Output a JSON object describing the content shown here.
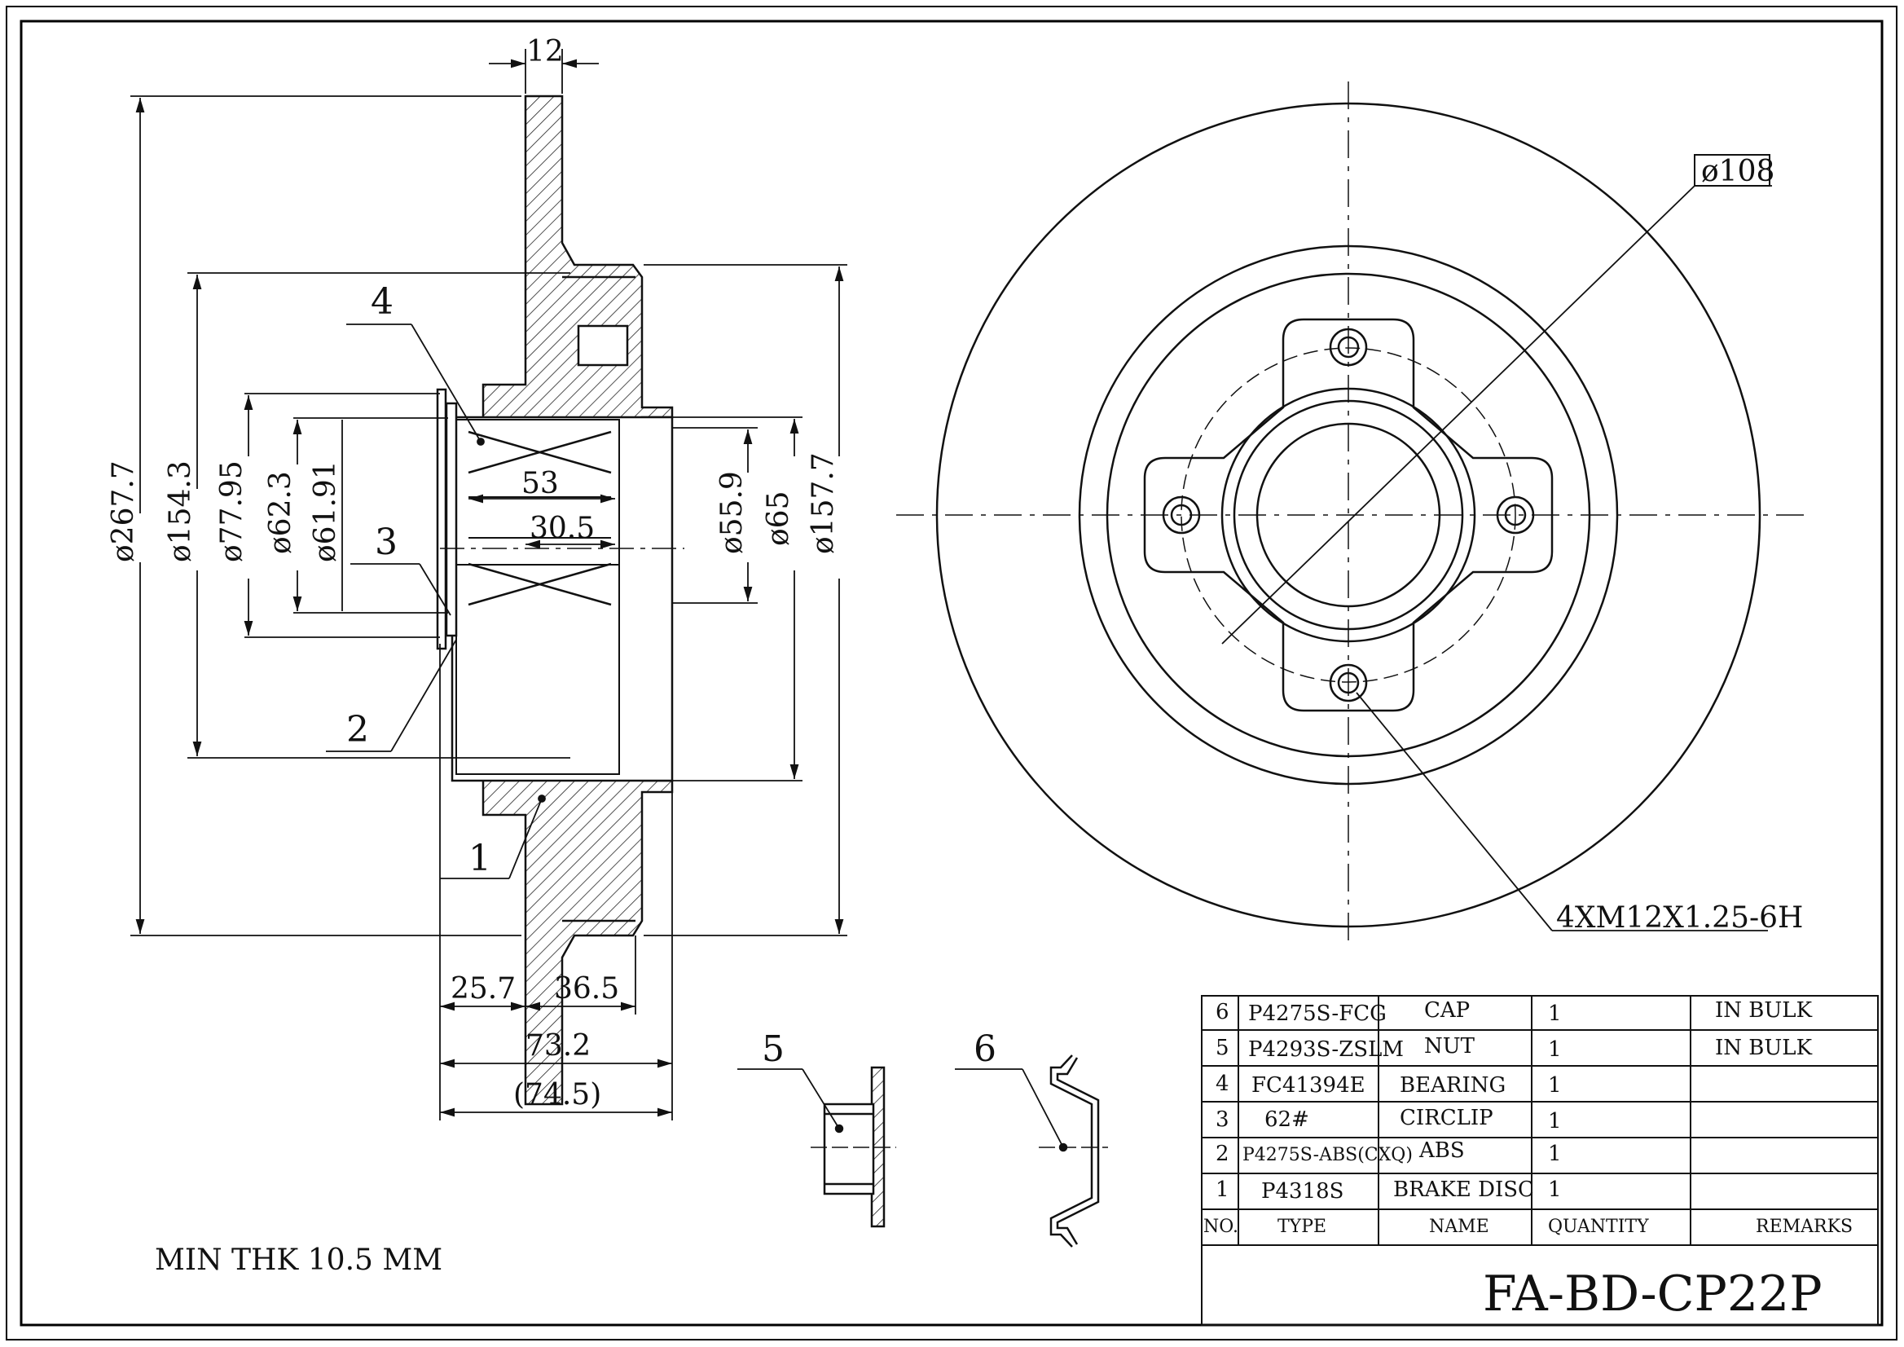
{
  "title_block": {
    "code": "FA-BD-CP22P",
    "columns": [
      "NO.",
      "TYPE",
      "NAME",
      "QUANTITY",
      "REMARKS"
    ],
    "rows": [
      {
        "no": "6",
        "type": "P4275S-FCG",
        "name": "CAP",
        "qty": "1",
        "remarks": "IN BULK"
      },
      {
        "no": "5",
        "type": "P4293S-ZSLM",
        "name": "NUT",
        "qty": "1",
        "remarks": "IN BULK"
      },
      {
        "no": "4",
        "type": "FC41394E",
        "name": "BEARING",
        "qty": "1",
        "remarks": ""
      },
      {
        "no": "3",
        "type": "62#",
        "name": "CIRCLIP",
        "qty": "1",
        "remarks": ""
      },
      {
        "no": "2",
        "type": "P4275S-ABS(CXQ)",
        "name": "ABS",
        "qty": "1",
        "remarks": ""
      },
      {
        "no": "1",
        "type": "P4318S",
        "name": "BRAKE DISC",
        "qty": "1",
        "remarks": ""
      }
    ]
  },
  "note": "MIN THK 10.5 MM",
  "dimensions": {
    "top_width": "12",
    "d267": "ø267.7",
    "d154": "ø154.3",
    "d77": "ø77.95",
    "d62_3": "ø62.3",
    "d61_91": "ø61.91",
    "d55_9": "ø55.9",
    "d65": "ø65",
    "d157": "ø157.7",
    "len53": "53",
    "len30": "30.5",
    "len25": "25.7",
    "len36": "36.5",
    "len73": "73.2",
    "len74": "(74.5)",
    "pcd": "ø108",
    "thread": "4XM12X1.25-6H"
  },
  "callouts": {
    "c1": "1",
    "c2": "2",
    "c3": "3",
    "c4": "4",
    "c5": "5",
    "c6": "6"
  }
}
